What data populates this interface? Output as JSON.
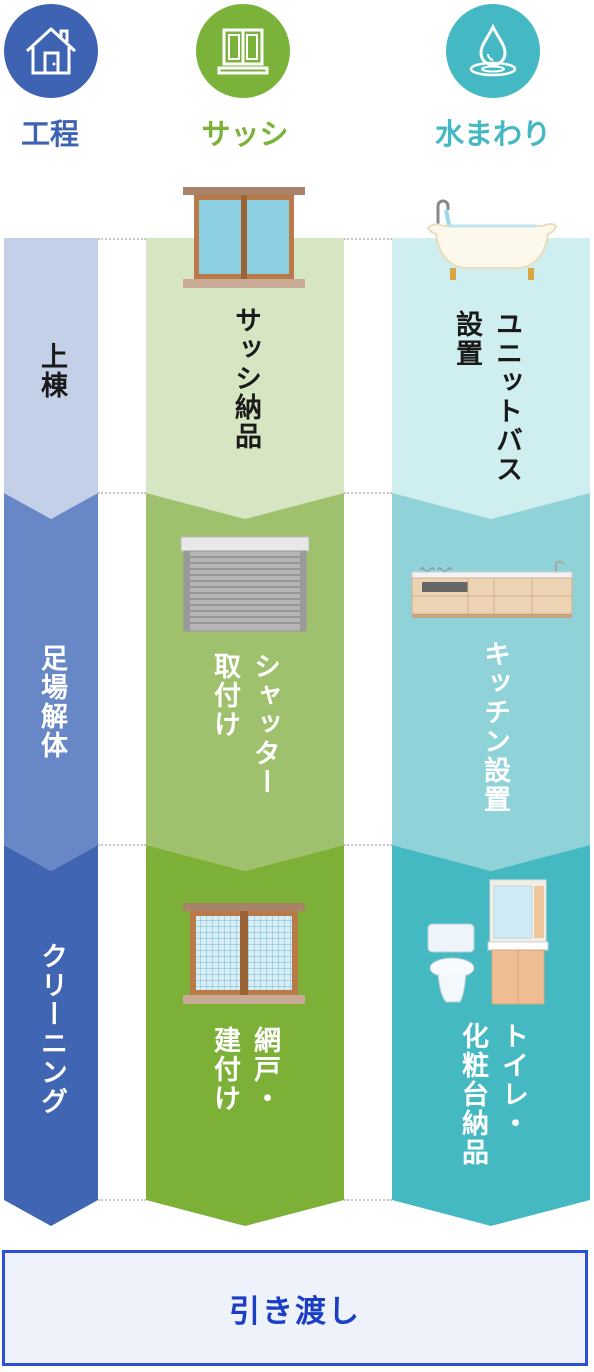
{
  "headers": [
    {
      "label": "工程",
      "icon": "house-icon",
      "color": "#3e63b3"
    },
    {
      "label": "サッシ",
      "icon": "window-icon",
      "color": "#7bb239"
    },
    {
      "label": "水まわり",
      "icon": "water-drop-icon",
      "color": "#44b9c4"
    }
  ],
  "process": {
    "stage1": "上棟",
    "stage2": "足場解体",
    "stage3": "クリーニング"
  },
  "sash": {
    "stage1": "サッシ納品",
    "stage2": "シャッター\n取付け",
    "stage3": "網戸・\n建付け"
  },
  "water": {
    "stage1": "ユニットバス\n設置",
    "stage2": "キッチン設置",
    "stage3": "トイレ・\n化粧台納品"
  },
  "final": {
    "label": "引き渡し"
  },
  "colors": {
    "process": [
      "#c4cfe8",
      "#6887c6",
      "#4065b3"
    ],
    "sash": [
      "#d7e6c2",
      "#9fc06c",
      "#7cb036"
    ],
    "water": [
      "#cfeef0",
      "#8fd3d8",
      "#44b9c2"
    ]
  }
}
